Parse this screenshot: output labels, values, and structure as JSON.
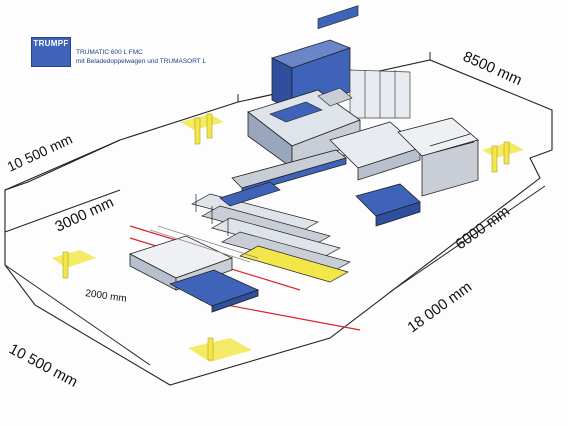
{
  "header": {
    "logo": "TRUMPF",
    "title_line1": "TRUMATIC 600 L FMC",
    "title_line2": "mit Beladedoppelwagen und TRUMASORT L"
  },
  "dimensions": {
    "top_right": "8500 mm",
    "left_upper": "10 500 mm",
    "left_middle": "3000 mm",
    "right_middle": "6000 mm",
    "bottom_inner": "2000 mm",
    "bottom_right": "18 000 mm",
    "bottom_left": "10 500 mm"
  },
  "colors": {
    "machine_blue": "#3e63b8",
    "machine_grey": "#c9ced6",
    "safety_yellow": "#f2e64a",
    "laser_red": "#d9262b",
    "outline": "#222222"
  }
}
